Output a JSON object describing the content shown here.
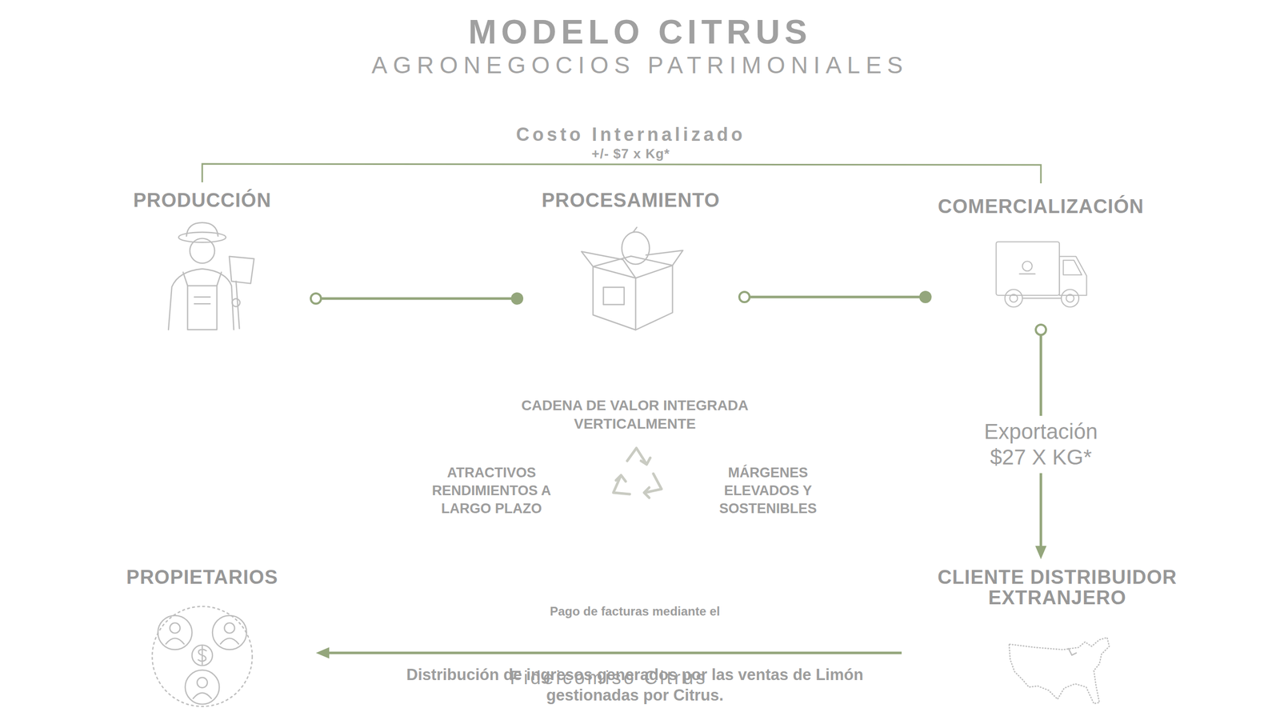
{
  "diagram": {
    "title": "MODELO CITRUS",
    "nodes": [
      {
        "text": [
          "PRODUCCIÓN"
        ]
      },
      {
        "text": [
          "PROCESAMIENTO"
        ]
      },
      {
        "text": [
          "COMERCIALIZACIÓN"
        ]
      },
      {
        "text": [
          "CLIENTE DISTRIBUIDOR EXTRANJERO"
        ]
      },
      {
        "text": [
          "PROPIETARIOS"
        ]
      }
    ],
    "edges": [
      {
        "from": 0,
        "to": 1,
        "arrow": "none"
      },
      {
        "from": 1,
        "to": 2,
        "arrow": "none"
      },
      {
        "from": 2,
        "to": 3,
        "label": "Exportación $27 X KG*",
        "arrow": "to"
      },
      {
        "from": 3,
        "to": 4,
        "label": "Fideicomiso Citrus",
        "arrow": "to"
      }
    ],
    "labels": [
      "AGRONEGOCIOS PATRIMONIALES",
      "Costo Internalizado",
      "+/- $7 x Kg*",
      "CADENA DE VALOR INTEGRADA VERTICALMENTE",
      "ATRACTIVOS RENDIMIENTOS A LARGO PLAZO",
      "MÁRGENES ELEVADOS Y SOSTENIBLES",
      "Pago de facturas mediante el",
      "Distribución de ingresos generados por las ventas de Limón gestionadas por Citrus."
    ]
  }
}
